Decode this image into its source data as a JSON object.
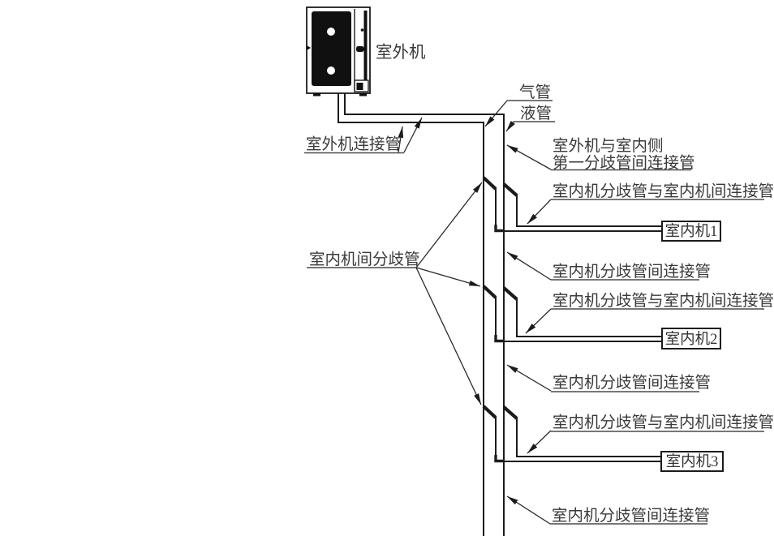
{
  "page": {
    "background": "#ffffff",
    "line_color": "#1c1c1c",
    "text_color": "#3a3a3a"
  },
  "labels": {
    "outdoor_unit": "室外机",
    "gas_pipe": "气管",
    "liquid_pipe": "液管",
    "outdoor_unit_connecting_pipe": "室外机连接管",
    "outdoor_to_first_branch_line1": "室外机与室内侧",
    "outdoor_to_first_branch_line2": "第一分歧管间连接管",
    "branch_to_indoor_unit_pipe": "室内机分歧管与室内机间连接管",
    "indoor_unit_branch_joint": "室内机间分歧管",
    "between_branch_joints_pipe": "室内机分歧管间连接管"
  },
  "indoor_units": [
    {
      "label": "室内机1"
    },
    {
      "label": "室内机2"
    },
    {
      "label": "室内机3"
    }
  ]
}
